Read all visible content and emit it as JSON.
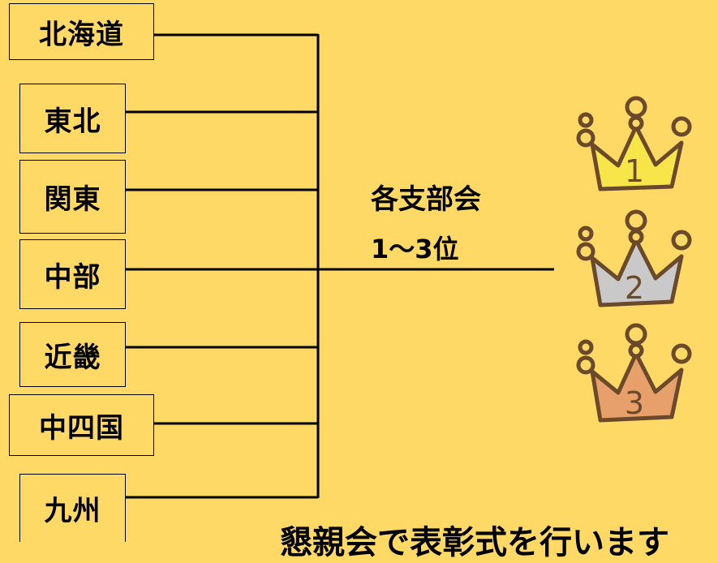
{
  "regions": [
    "北海道",
    "東北",
    "関東",
    "中部",
    "近畿",
    "中四国",
    "九州"
  ],
  "center_label": {
    "line1": "各支部会",
    "line2": "1〜3位"
  },
  "crowns": [
    {
      "rank": "1",
      "color": "#F7E54A",
      "name": "gold"
    },
    {
      "rank": "2",
      "color": "#C9C9C9",
      "name": "silver"
    },
    {
      "rank": "3",
      "color": "#E8A06B",
      "name": "bronze"
    }
  ],
  "footer_text": "懇親会で表彰式を行います",
  "colors": {
    "background": "#FFD966",
    "line": "#000000",
    "crown_outline": "#6B4A2B"
  }
}
